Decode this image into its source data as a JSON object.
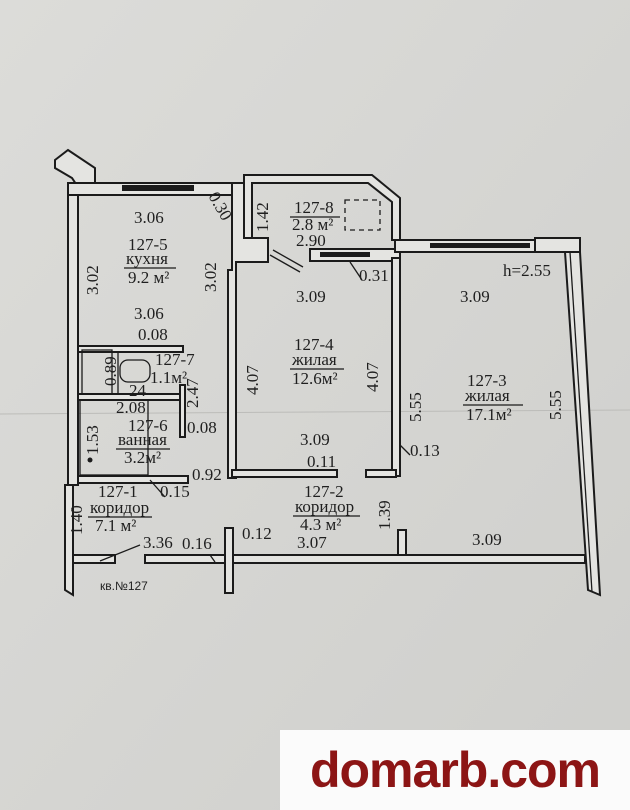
{
  "rooms": {
    "r1": {
      "id": "127-1",
      "name": "коридор",
      "area": "7.1 м²"
    },
    "r2": {
      "id": "127-2",
      "name": "коридор",
      "area": "4.3 м²"
    },
    "r3": {
      "id": "127-3",
      "name": "жилая",
      "area": "17.1м²"
    },
    "r4": {
      "id": "127-4",
      "name": "жилая",
      "area": "12.6м²"
    },
    "r5": {
      "id": "127-5",
      "name": "кухня",
      "area": "9.2 м²"
    },
    "r6": {
      "id": "127-6",
      "name": "ванная",
      "area": "3.2м²"
    },
    "r7": {
      "id": "127-7",
      "area": "1.1м²"
    },
    "r8": {
      "id": "127-8",
      "area": "2.8 м²"
    }
  },
  "dimensions": {
    "k_top": "3.06",
    "k_bottom": "3.06",
    "k_left": "3.02",
    "k_right": "3.02",
    "k_diag": "0.30",
    "k_wall": "0.08",
    "p_h": "1.42",
    "p_w": "2.90",
    "r4_top": "3.09",
    "r4_bottom": "3.09",
    "r4_left": "4.07",
    "r4_right": "4.07",
    "r4_wall": "0.11",
    "r3_top": "3.09",
    "r3_bottom": "3.09",
    "r3_left": "5.55",
    "r3_right": "5.55",
    "r3_wall": "0.13",
    "r3_wall_top": "0.31",
    "height": "h=2.55",
    "wc_h": "0.89",
    "wc_w": "24",
    "wc_right": "2.47",
    "bath_w": "2.08",
    "bath_h": "1.53",
    "bath_wall": "0.08",
    "c1_w": "0.92",
    "c1_wall": "0.15",
    "c1_h": "1.40",
    "c1_len": "3.36",
    "c1_wall2": "0.16",
    "c2_wall": "0.12",
    "c2_len": "3.07",
    "c2_h": "1.39"
  },
  "apartment_label": "кв.№127",
  "watermark": "domarb.com",
  "colors": {
    "watermark": "#8c1515",
    "paper": "#d6d6d3"
  }
}
